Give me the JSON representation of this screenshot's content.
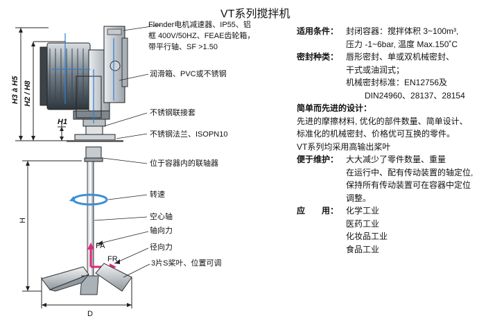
{
  "title": "VT系列搅拌机",
  "left_labels": {
    "motor": [
      "Flender电机减速器、IP55、铝",
      "框 400V/50HZ、FEAE齿轮箱，",
      "带平行轴、SF >1.50"
    ],
    "lube": "润滑箱、PVC或不锈钢",
    "coupling": "不锈钢联接套",
    "flange": "不锈钢法兰、ISOPN10",
    "inner_coupling": "位于容器内的联轴器",
    "speed": "转速",
    "hollow_shaft": "空心轴",
    "axial_force": "轴向力",
    "radial_force": "径向力",
    "blades": "3片S桨叶、位置可调"
  },
  "dimensions": {
    "h3h5": "H3 à H5",
    "h2h8": "H2 / H8",
    "h1": "H1",
    "h": "H",
    "d": "D",
    "fa": "FA",
    "fr": "FR"
  },
  "specs": {
    "applicable_label": "适用条件：",
    "applicable_line1": "封闭容器：搅拌体积 3~100m³,",
    "applicable_line2": "压力 -1~6bar, 温度 Max.150˚C",
    "seal_label": "密封种类：",
    "seal_line1": "唇形密封、单或双机械密封、",
    "seal_line2": "干式或油润式；",
    "seal_line3": "机械密封标准：EN12756及",
    "seal_line4": "DIN24960、28137、28154",
    "design_heading": "简单而先进的设计：",
    "design_line1": "先进的摩擦材料, 优化的部件数量、简单设计、",
    "design_line2": "标准化的机械密封、价格优可互换的零件。",
    "design_line3": "VT系列均采用高输出桨叶",
    "maint_label": "便于维护：",
    "maint_line1": "大大减少了零件数量、重量",
    "maint_line2": "在运行中、配有传动装置的轴定位,",
    "maint_line3": "保持所有传动装置可在容器中定位",
    "maint_line4": "调整。",
    "app_label": "应　　用：",
    "app_items": [
      "化学工业",
      "医药工业",
      "化妆品工业",
      "食品工业"
    ]
  },
  "colors": {
    "line": "#222222",
    "blue_axis": "#2d7fd0",
    "arrow_pink": "#e0297a",
    "rotation_blue": "#3a8fd8",
    "motor_dark": "#4a5560"
  }
}
